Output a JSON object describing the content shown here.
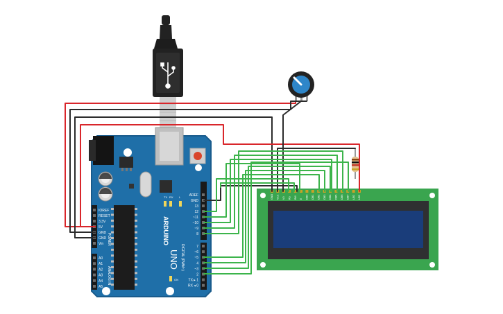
{
  "arduino": {
    "brand": "ARDUINO",
    "model": "UNO",
    "power_header_title": "POWER",
    "analog_header_title": "ANALOG IN",
    "digital_header_title": "DIGITAL (PWM~)",
    "power_pins": [
      "IOREF",
      "RESET",
      "3.3V",
      "5V",
      "GND",
      "GND",
      "Vin"
    ],
    "analog_pins": [
      "A0",
      "A1",
      "A2",
      "A3",
      "A4",
      "A5"
    ],
    "digital_top_pins": [
      "AREF",
      "GND",
      "13",
      "12",
      "~11",
      "~10",
      "~9",
      "8"
    ],
    "digital_bottom_pins": [
      "7",
      "~6",
      "~5",
      "4",
      "~3",
      "2",
      "TX ▸ 1",
      "RX ◂ 0"
    ],
    "led_labels": [
      "TX",
      "RX",
      "L"
    ],
    "on_label": "ON"
  },
  "lcd": {
    "pin_labels": [
      "GND",
      "VCC",
      "V0",
      "RS",
      "RW",
      "E",
      "DB0",
      "DB1",
      "DB2",
      "DB3",
      "DB4",
      "DB5",
      "DB6",
      "DB7",
      "LED",
      "LED"
    ]
  },
  "colors": {
    "board": "#1f6fa8",
    "board_edge": "#195b8c",
    "wire_red": "#d9262b",
    "wire_black": "#2b2b2b",
    "wire_green": "#3cb44b",
    "lcd_pcb": "#3aa54f",
    "lcd_frame": "#2f3031",
    "lcd_screen": "#1a3d7a",
    "pot_knob": "#2e86c9"
  }
}
